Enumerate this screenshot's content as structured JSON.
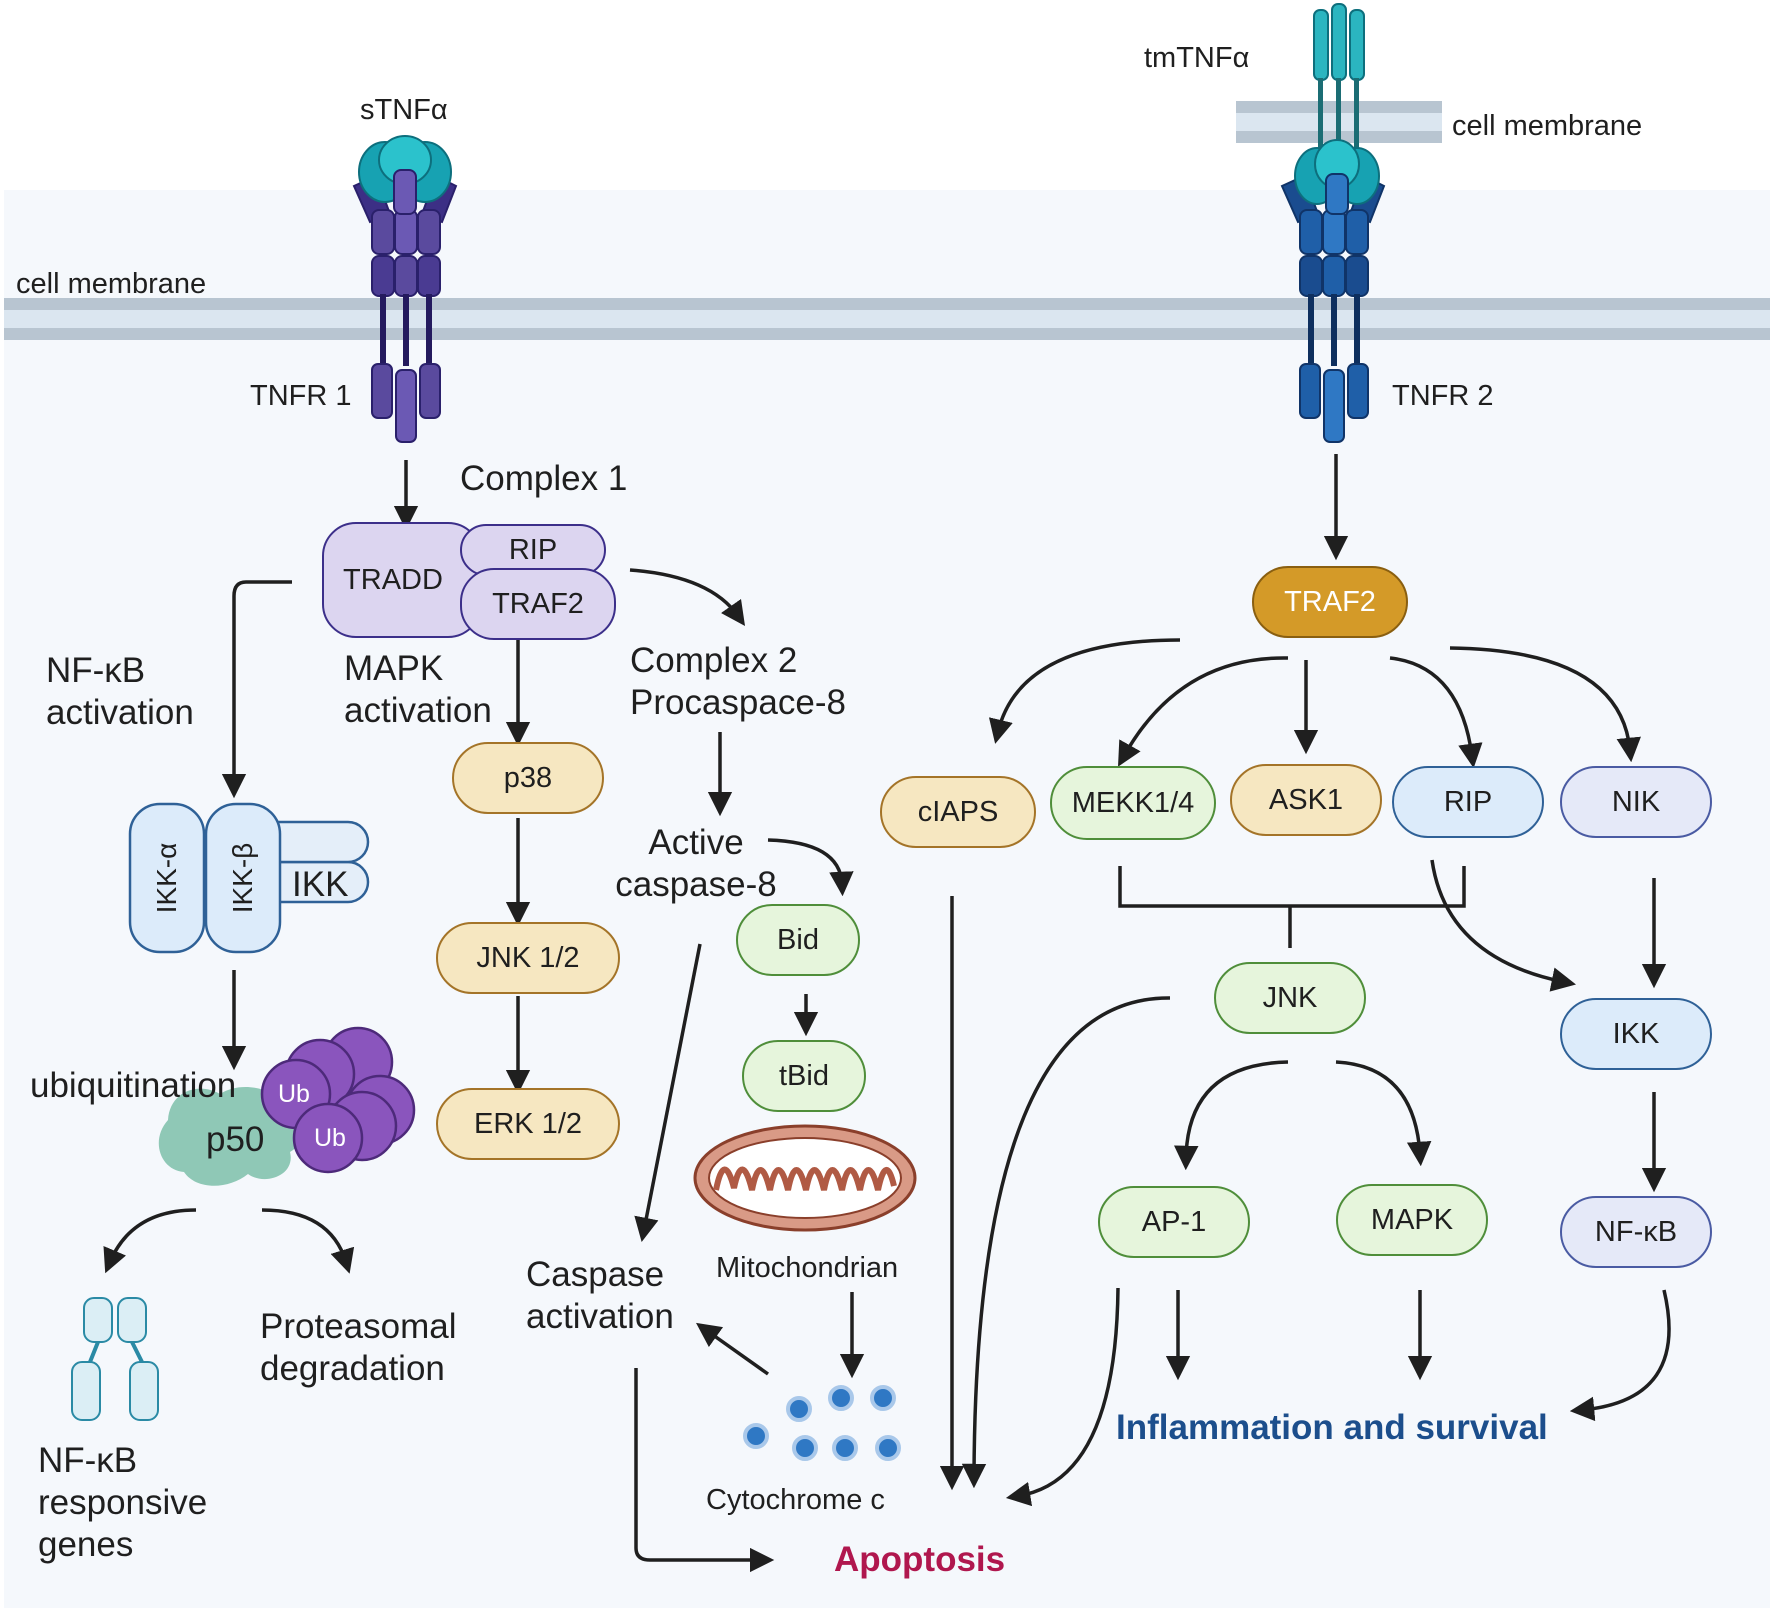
{
  "labels": {
    "stnfa": "sTNFα",
    "tmtnfa": "tmTNFα",
    "cell_membrane_left": "cell membrane",
    "cell_membrane_right": "cell membrane",
    "tnfr1": "TNFR 1",
    "tnfr2": "TNFR 2",
    "complex1": "Complex 1",
    "nfkb_activation_line1": "NF-κB",
    "nfkb_activation_line2": "activation",
    "mapk_activation_line1": "MAPK",
    "mapk_activation_line2": "activation",
    "complex2_line1": "Complex 2",
    "complex2_line2": "Procaspace-8",
    "active_caspase_line1": "Active",
    "active_caspase_line2": "caspase-8",
    "ubiquitination": "ubiquitination",
    "nfkb_genes_line1": "NF-κB",
    "nfkb_genes_line2": "responsive",
    "nfkb_genes_line3": "genes",
    "proteasomal_line1": "Proteasomal",
    "proteasomal_line2": "degradation",
    "caspase_activation_line1": "Caspase",
    "caspase_activation_line2": "activation",
    "mitochondrian": "Mitochondrian",
    "cytochrome": "Cytochrome c",
    "apoptosis": "Apoptosis",
    "inflammation": "Inflammation and survival"
  },
  "complex1_proteins": {
    "tradd": "TRADD",
    "rip": "RIP",
    "traf2": "TRAF2"
  },
  "ikk_complex": {
    "alpha": "IKK-α",
    "beta": "IKK-β",
    "ikk": "IKK"
  },
  "ubiquitin": {
    "ub": "Ub",
    "p50": "p50"
  },
  "left_nodes": {
    "p38": "p38",
    "jnk12": "JNK 1/2",
    "erk12": "ERK 1/2",
    "bid": "Bid",
    "tbid": "tBid"
  },
  "right_nodes": {
    "traf2": "TRAF2",
    "ciaps": "cIAPS",
    "mekk": "MEKK1/4",
    "ask1": "ASK1",
    "rip": "RIP",
    "nik": "NIK",
    "jnk": "JNK",
    "ikk": "IKK",
    "ap1": "AP-1",
    "mapk": "MAPK",
    "nfkb": "NF-κB"
  },
  "colors": {
    "membrane": "#b8c5d1",
    "membrane_inner": "#dbe6f0",
    "tnfr1": "#5a4a9e",
    "tnfr2": "#1f5fa8",
    "ligand": "#2bb5c0",
    "apoptosis": "#b0174e",
    "inflammation": "#1c4e8c",
    "ubiquitin": "#8a55bd",
    "p50": "#8fc8b6"
  }
}
